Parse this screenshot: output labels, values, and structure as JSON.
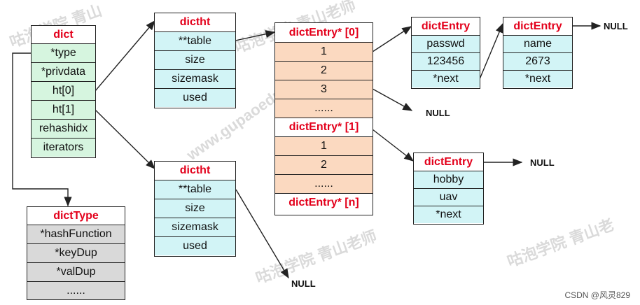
{
  "dict": {
    "title": "dict",
    "fields": [
      "*type",
      "*privdata",
      "ht[0]",
      "ht[1]",
      "rehashidx",
      "iterators"
    ]
  },
  "dictType": {
    "title": "dictType",
    "fields": [
      "*hashFunction",
      "*keyDup",
      "*valDup",
      "......"
    ]
  },
  "ht0": {
    "title": "dictht",
    "fields": [
      "**table",
      "size",
      "sizemask",
      "used"
    ]
  },
  "ht1": {
    "title": "dictht",
    "fields": [
      "**table",
      "size",
      "sizemask",
      "used"
    ]
  },
  "table": {
    "header0": "dictEntry* [0]",
    "rows0": [
      "1",
      "2",
      "3",
      "......"
    ],
    "header1": "dictEntry* [1]",
    "rows1": [
      "1",
      "2",
      "......"
    ],
    "headerN": "dictEntry* [n]"
  },
  "entry1": {
    "title": "dictEntry",
    "fields": [
      "passwd",
      "123456",
      "*next"
    ]
  },
  "entry2": {
    "title": "dictEntry",
    "fields": [
      "name",
      "2673",
      "*next"
    ]
  },
  "entry3": {
    "title": "dictEntry",
    "fields": [
      "hobby",
      "uav",
      "*next"
    ]
  },
  "nulls": {
    "n1": "NULL",
    "n2": "NULL",
    "n3": "NULL",
    "n4": "NULL"
  },
  "watermarks": [
    "咕泡学院 青山",
    "咕泡学院 青山老师",
    "www.gupaoedu.com",
    "咕泡学院 青山老师",
    "咕泡学院 青山老"
  ],
  "footer": "CSDN @风灵829",
  "colors": {
    "header_red": "#e3001b",
    "green_fill": "#d6f5df",
    "cyan_fill": "#d2f4f6",
    "orange_fill": "#fbd9c0",
    "gray_fill": "#d9d9d9"
  }
}
